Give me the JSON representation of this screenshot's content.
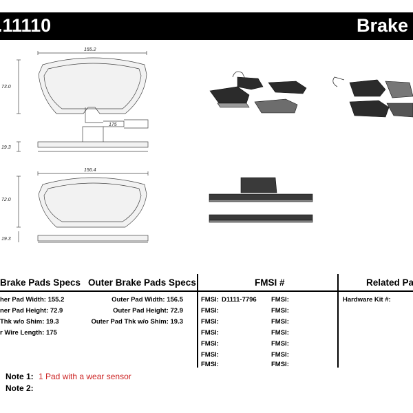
{
  "header": {
    "part_number": ".11110",
    "title": "Brake P"
  },
  "drawing": {
    "inner_width": "155.2",
    "inner_height": "73.0",
    "wire_length": "175",
    "inner_thickness": "19.3",
    "outer_width": "156.4",
    "outer_height": "72.0",
    "outer_thickness": "19.3"
  },
  "sections": {
    "inner_header": "Brake Pads Specs",
    "outer_header": "Outer Brake Pads Specs",
    "fmsi_header": "FMSI #",
    "related_header": "Related Par"
  },
  "inner_specs": [
    "her Pad Width: 155.2",
    "ner Pad Height: 72.9",
    "Thk w/o Shim: 19.3",
    "r Wire Length: 175"
  ],
  "outer_specs": [
    "Outer Pad Width: 156.5",
    "Outer Pad Height: 72.9",
    "Outer Pad Thk w/o Shim: 19.3"
  ],
  "fmsi": {
    "label": "FMSI:",
    "first_value": "D1111-7796",
    "rows": 7
  },
  "related": {
    "hardware_kit": "Hardware Kit #:"
  },
  "notes": {
    "note1_label": "Note 1:",
    "note1_text": "1 Pad with a wear sensor",
    "note2_label": "Note 2:"
  },
  "colors": {
    "bar": "#000000",
    "note_red": "#cc2222"
  }
}
